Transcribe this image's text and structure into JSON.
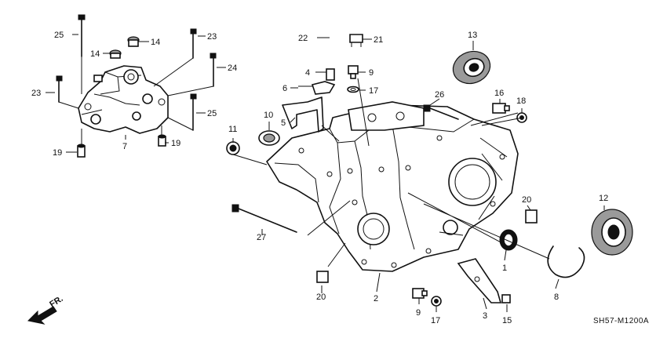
{
  "diagram": {
    "code": "SH57-M1200A",
    "orientation_label": "FR.",
    "callouts": [
      "25",
      "14",
      "14",
      "23",
      "24",
      "23",
      "25",
      "19",
      "7",
      "19",
      "22",
      "21",
      "4",
      "9",
      "6",
      "17",
      "5",
      "10",
      "11",
      "13",
      "16",
      "18",
      "26",
      "12",
      "20",
      "27",
      "1",
      "8",
      "20",
      "2",
      "9",
      "17",
      "3",
      "15"
    ]
  }
}
